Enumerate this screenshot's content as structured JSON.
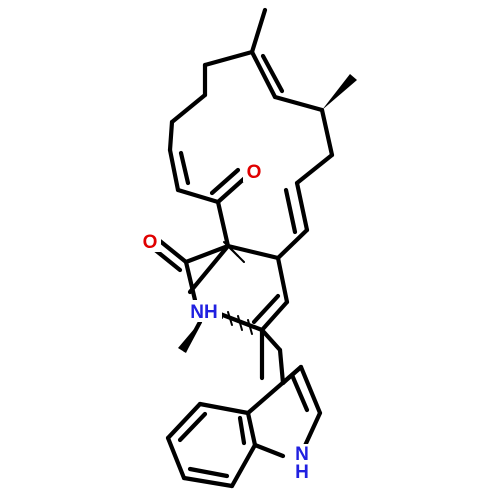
{
  "molecule": {
    "atoms": {
      "oxygen_ketone": "O",
      "oxygen_lactam": "O",
      "nitrogen_lactam": "NH",
      "nitrogen_indole": "H"
    },
    "colors": {
      "bond": "#000000",
      "oxygen": "#e00000",
      "nitrogen": "#2020e0",
      "background": "#ffffff"
    }
  }
}
